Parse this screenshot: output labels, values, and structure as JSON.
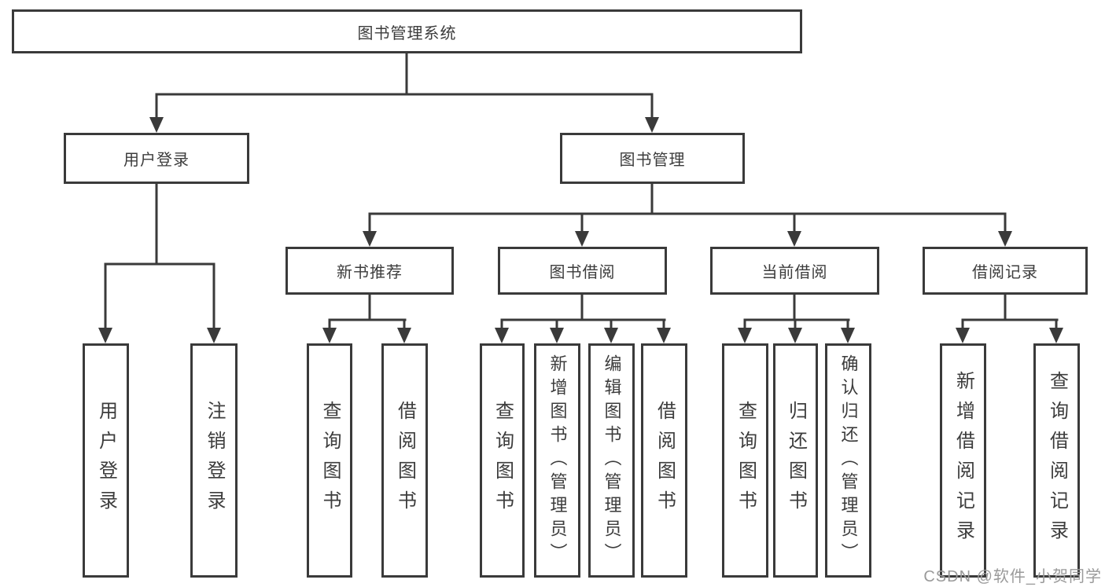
{
  "diagram_title": "图书管理系统",
  "colors": {
    "line": "#3a3a3a",
    "box_border": "#3a3a3a",
    "text": "#3c3c3c",
    "background": "#ffffff",
    "watermark": "#9a9a9a"
  },
  "nodes": {
    "root": {
      "label": "图书管理系统"
    },
    "user_login": {
      "label": "用户登录"
    },
    "book_mgmt": {
      "label": "图书管理"
    },
    "new_books": {
      "label": "新书推荐"
    },
    "book_borrow": {
      "label": "图书借阅"
    },
    "current_borrow": {
      "label": "当前借阅"
    },
    "borrow_records": {
      "label": "借阅记录"
    },
    "leaf_user_login": {
      "label": "用户登录"
    },
    "leaf_logout": {
      "label": "注销登录"
    },
    "leaf_nb_query": {
      "label": "查询图书"
    },
    "leaf_nb_borrow": {
      "label": "借阅图书"
    },
    "leaf_bb_query": {
      "label": "查询图书"
    },
    "leaf_bb_add": {
      "label": "新增图书（管理员）"
    },
    "leaf_bb_edit": {
      "label": "编辑图书（管理员）"
    },
    "leaf_bb_borrow": {
      "label": "借阅图书"
    },
    "leaf_cb_query": {
      "label": "查询图书"
    },
    "leaf_cb_return": {
      "label": "归还图书"
    },
    "leaf_cb_confirm": {
      "label": "确认归还（管理员）"
    },
    "leaf_br_add": {
      "label": "新增借阅记录"
    },
    "leaf_br_query": {
      "label": "查询借阅记录"
    }
  },
  "hierarchy": {
    "图书管理系统": {
      "用户登录": [
        "用户登录",
        "注销登录"
      ],
      "图书管理": {
        "新书推荐": [
          "查询图书",
          "借阅图书"
        ],
        "图书借阅": [
          "查询图书",
          "新增图书（管理员）",
          "编辑图书（管理员）",
          "借阅图书"
        ],
        "当前借阅": [
          "查询图书",
          "归还图书",
          "确认归还（管理员）"
        ],
        "借阅记录": [
          "新增借阅记录",
          "查询借阅记录"
        ]
      }
    }
  },
  "watermark": {
    "text": "CSDN @软件_小贺同学"
  }
}
